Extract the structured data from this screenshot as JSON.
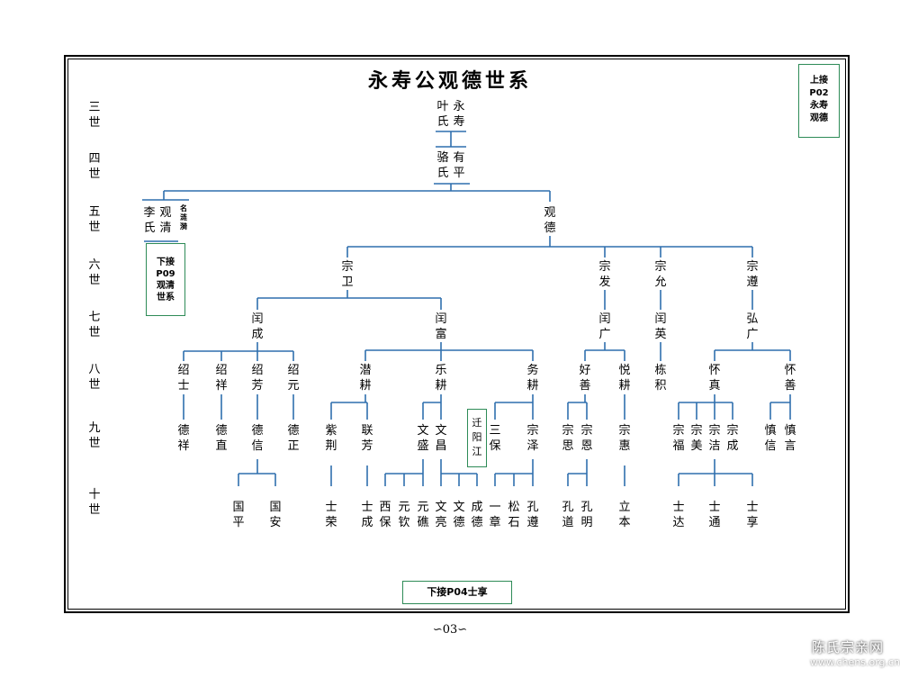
{
  "title": "永寿公观德世系",
  "page_number": "∽03∽",
  "watermark": {
    "line1": "陈氏宗亲网",
    "line2": "www.chens.org.cn"
  },
  "generations": [
    "三世",
    "四世",
    "五世",
    "六世",
    "七世",
    "八世",
    "九世",
    "十世"
  ],
  "refs": {
    "top_right": [
      "上接",
      "P02",
      "永寿",
      "观德"
    ],
    "left": [
      "下接",
      "P09",
      "观清",
      "世系"
    ],
    "bottom": "下接P04士享",
    "qianyang": [
      "迁",
      "阳",
      "江"
    ]
  },
  "names": {
    "g3": [
      "叶氏",
      "永寿"
    ],
    "g4": [
      "骆氏",
      "有平"
    ],
    "g5": [
      "李氏",
      "观清",
      "名涟漪",
      "观德"
    ],
    "g6": [
      "宗卫",
      "宗发",
      "宗允",
      "宗遵"
    ],
    "g7": [
      "闰成",
      "闰富",
      "闰广",
      "闰英",
      "弘广"
    ],
    "g8": [
      "绍士",
      "绍祥",
      "绍芳",
      "绍元",
      "潜耕",
      "乐耕",
      "务耕",
      "好善",
      "悦耕",
      "栋积",
      "怀真",
      "怀善"
    ],
    "g9": [
      "德祥",
      "德直",
      "德信",
      "德正",
      "紫荆",
      "联芳",
      "文盛",
      "文昌",
      "三保",
      "宗泽",
      "宗思",
      "宗恩",
      "宗惠",
      "宗福",
      "宗美",
      "宗洁",
      "宗成",
      "慎信",
      "慎言"
    ],
    "g10": [
      "国平",
      "国安",
      "士荣",
      "士成",
      "西保",
      "元钦",
      "元礁",
      "文亮",
      "文德",
      "成德",
      "一章",
      "松石",
      "孔遵",
      "孔道",
      "孔明",
      "立本",
      "士达",
      "士通",
      "士享"
    ]
  }
}
